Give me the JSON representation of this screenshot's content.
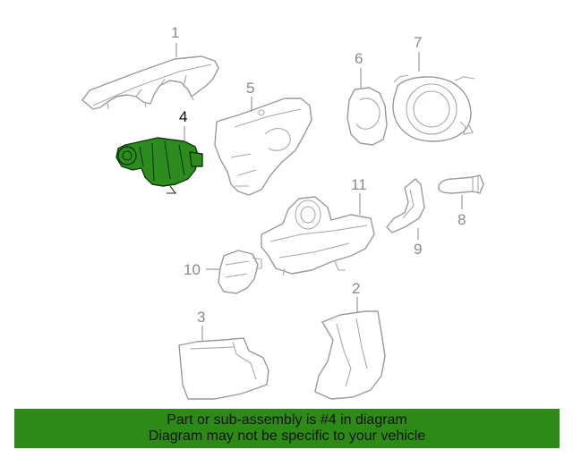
{
  "diagram": {
    "callouts": {
      "c1": "1",
      "c2": "2",
      "c3": "3",
      "c4": "4",
      "c5": "5",
      "c6": "6",
      "c7": "7",
      "c8": "8",
      "c9": "9",
      "c10": "10",
      "c11": "11"
    },
    "highlighted_part": "4",
    "colors": {
      "highlight": "#2e8b1e",
      "banner": "#2d8a16",
      "line": "#9a9a9a"
    }
  },
  "banner": {
    "line1": "Part or sub-assembly is #4 in diagram",
    "line2": "Diagram may not be specific to your vehicle"
  }
}
